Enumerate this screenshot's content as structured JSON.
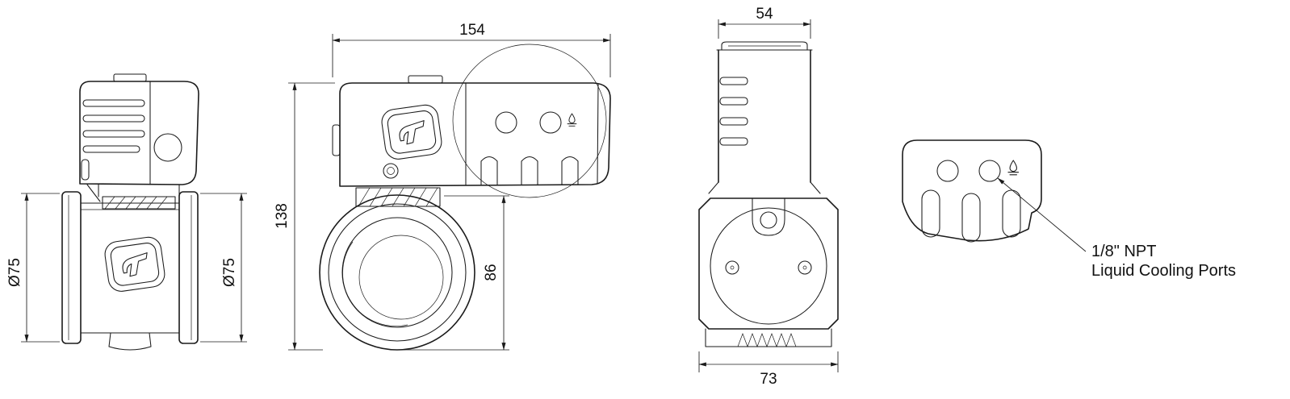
{
  "drawing": {
    "background": "#ffffff",
    "line_color": "#1b1b1b",
    "type": "engineering-orthographic-views"
  },
  "icons": {
    "coolant_port_symbol": "coolant-drop"
  },
  "views": {
    "side_view_left": {
      "dim_diameter_left": "Ø75",
      "dim_diameter_right": "Ø75"
    },
    "front_view": {
      "dim_width_top": "154",
      "dim_height_left": "138",
      "dim_height_right": "86"
    },
    "side_view_right": {
      "dim_width_top": "54",
      "dim_width_bottom": "73"
    },
    "detail_view": {
      "callout_line1": "1/8\" NPT",
      "callout_line2": "Liquid Cooling Ports"
    }
  }
}
